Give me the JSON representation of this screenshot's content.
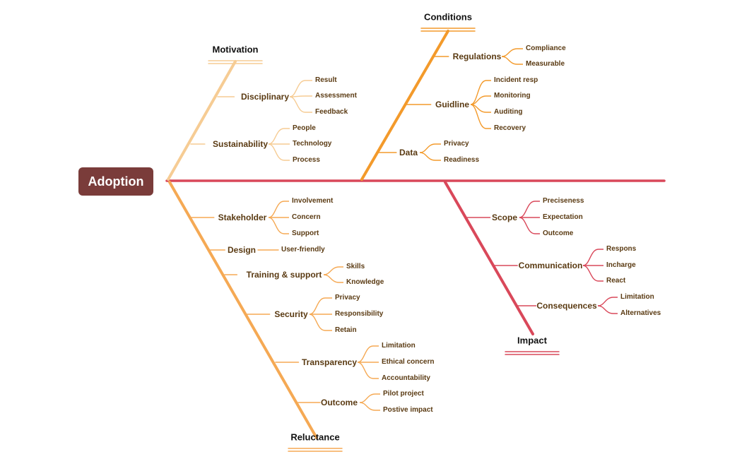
{
  "root": "Adoption",
  "colors": {
    "motivation": "#f6cc94",
    "conditions": "#f39a2b",
    "reluctance": "#f5a954",
    "impact": "#d9485a",
    "spine": "#d9485a",
    "root_bg": "#7a3c3a",
    "text": "#5a3a12"
  },
  "categories": {
    "motivation": {
      "title": "Motivation",
      "branches": [
        {
          "label": "Disciplinary",
          "leaves": [
            "Result",
            "Assessment",
            "Feedback"
          ]
        },
        {
          "label": "Sustainability",
          "leaves": [
            "People",
            "Technology",
            "Process"
          ]
        }
      ]
    },
    "conditions": {
      "title": "Conditions",
      "branches": [
        {
          "label": "Regulations",
          "leaves": [
            "Compliance",
            "Measurable"
          ]
        },
        {
          "label": "Guidline",
          "leaves": [
            "Incident resp",
            "Monitoring",
            "Auditing",
            "Recovery"
          ]
        },
        {
          "label": "Data",
          "leaves": [
            "Privacy",
            "Readiness"
          ]
        }
      ]
    },
    "reluctance": {
      "title": "Reluctance",
      "branches": [
        {
          "label": "Stakeholder",
          "leaves": [
            "Involvement",
            "Concern",
            "Support"
          ]
        },
        {
          "label": "Design",
          "leaves": [
            "User-friendly"
          ]
        },
        {
          "label": "Training  & support",
          "leaves": [
            "Skills",
            "Knowledge"
          ]
        },
        {
          "label": "Security",
          "leaves": [
            "Privacy",
            "Responsibility",
            "Retain"
          ]
        },
        {
          "label": "Transparency",
          "leaves": [
            "Limitation",
            "Ethical concern",
            "Accountability"
          ]
        },
        {
          "label": "Outcome",
          "leaves": [
            "Pilot project",
            "Postive impact"
          ]
        }
      ]
    },
    "impact": {
      "title": "Impact",
      "branches": [
        {
          "label": "Scope",
          "leaves": [
            "Preciseness",
            "Expectation",
            "Outcome"
          ]
        },
        {
          "label": "Communication",
          "leaves": [
            "Respons",
            "Incharge",
            "React"
          ]
        },
        {
          "label": "Consequences",
          "leaves": [
            "Limitation",
            "Alternatives"
          ]
        }
      ]
    }
  }
}
